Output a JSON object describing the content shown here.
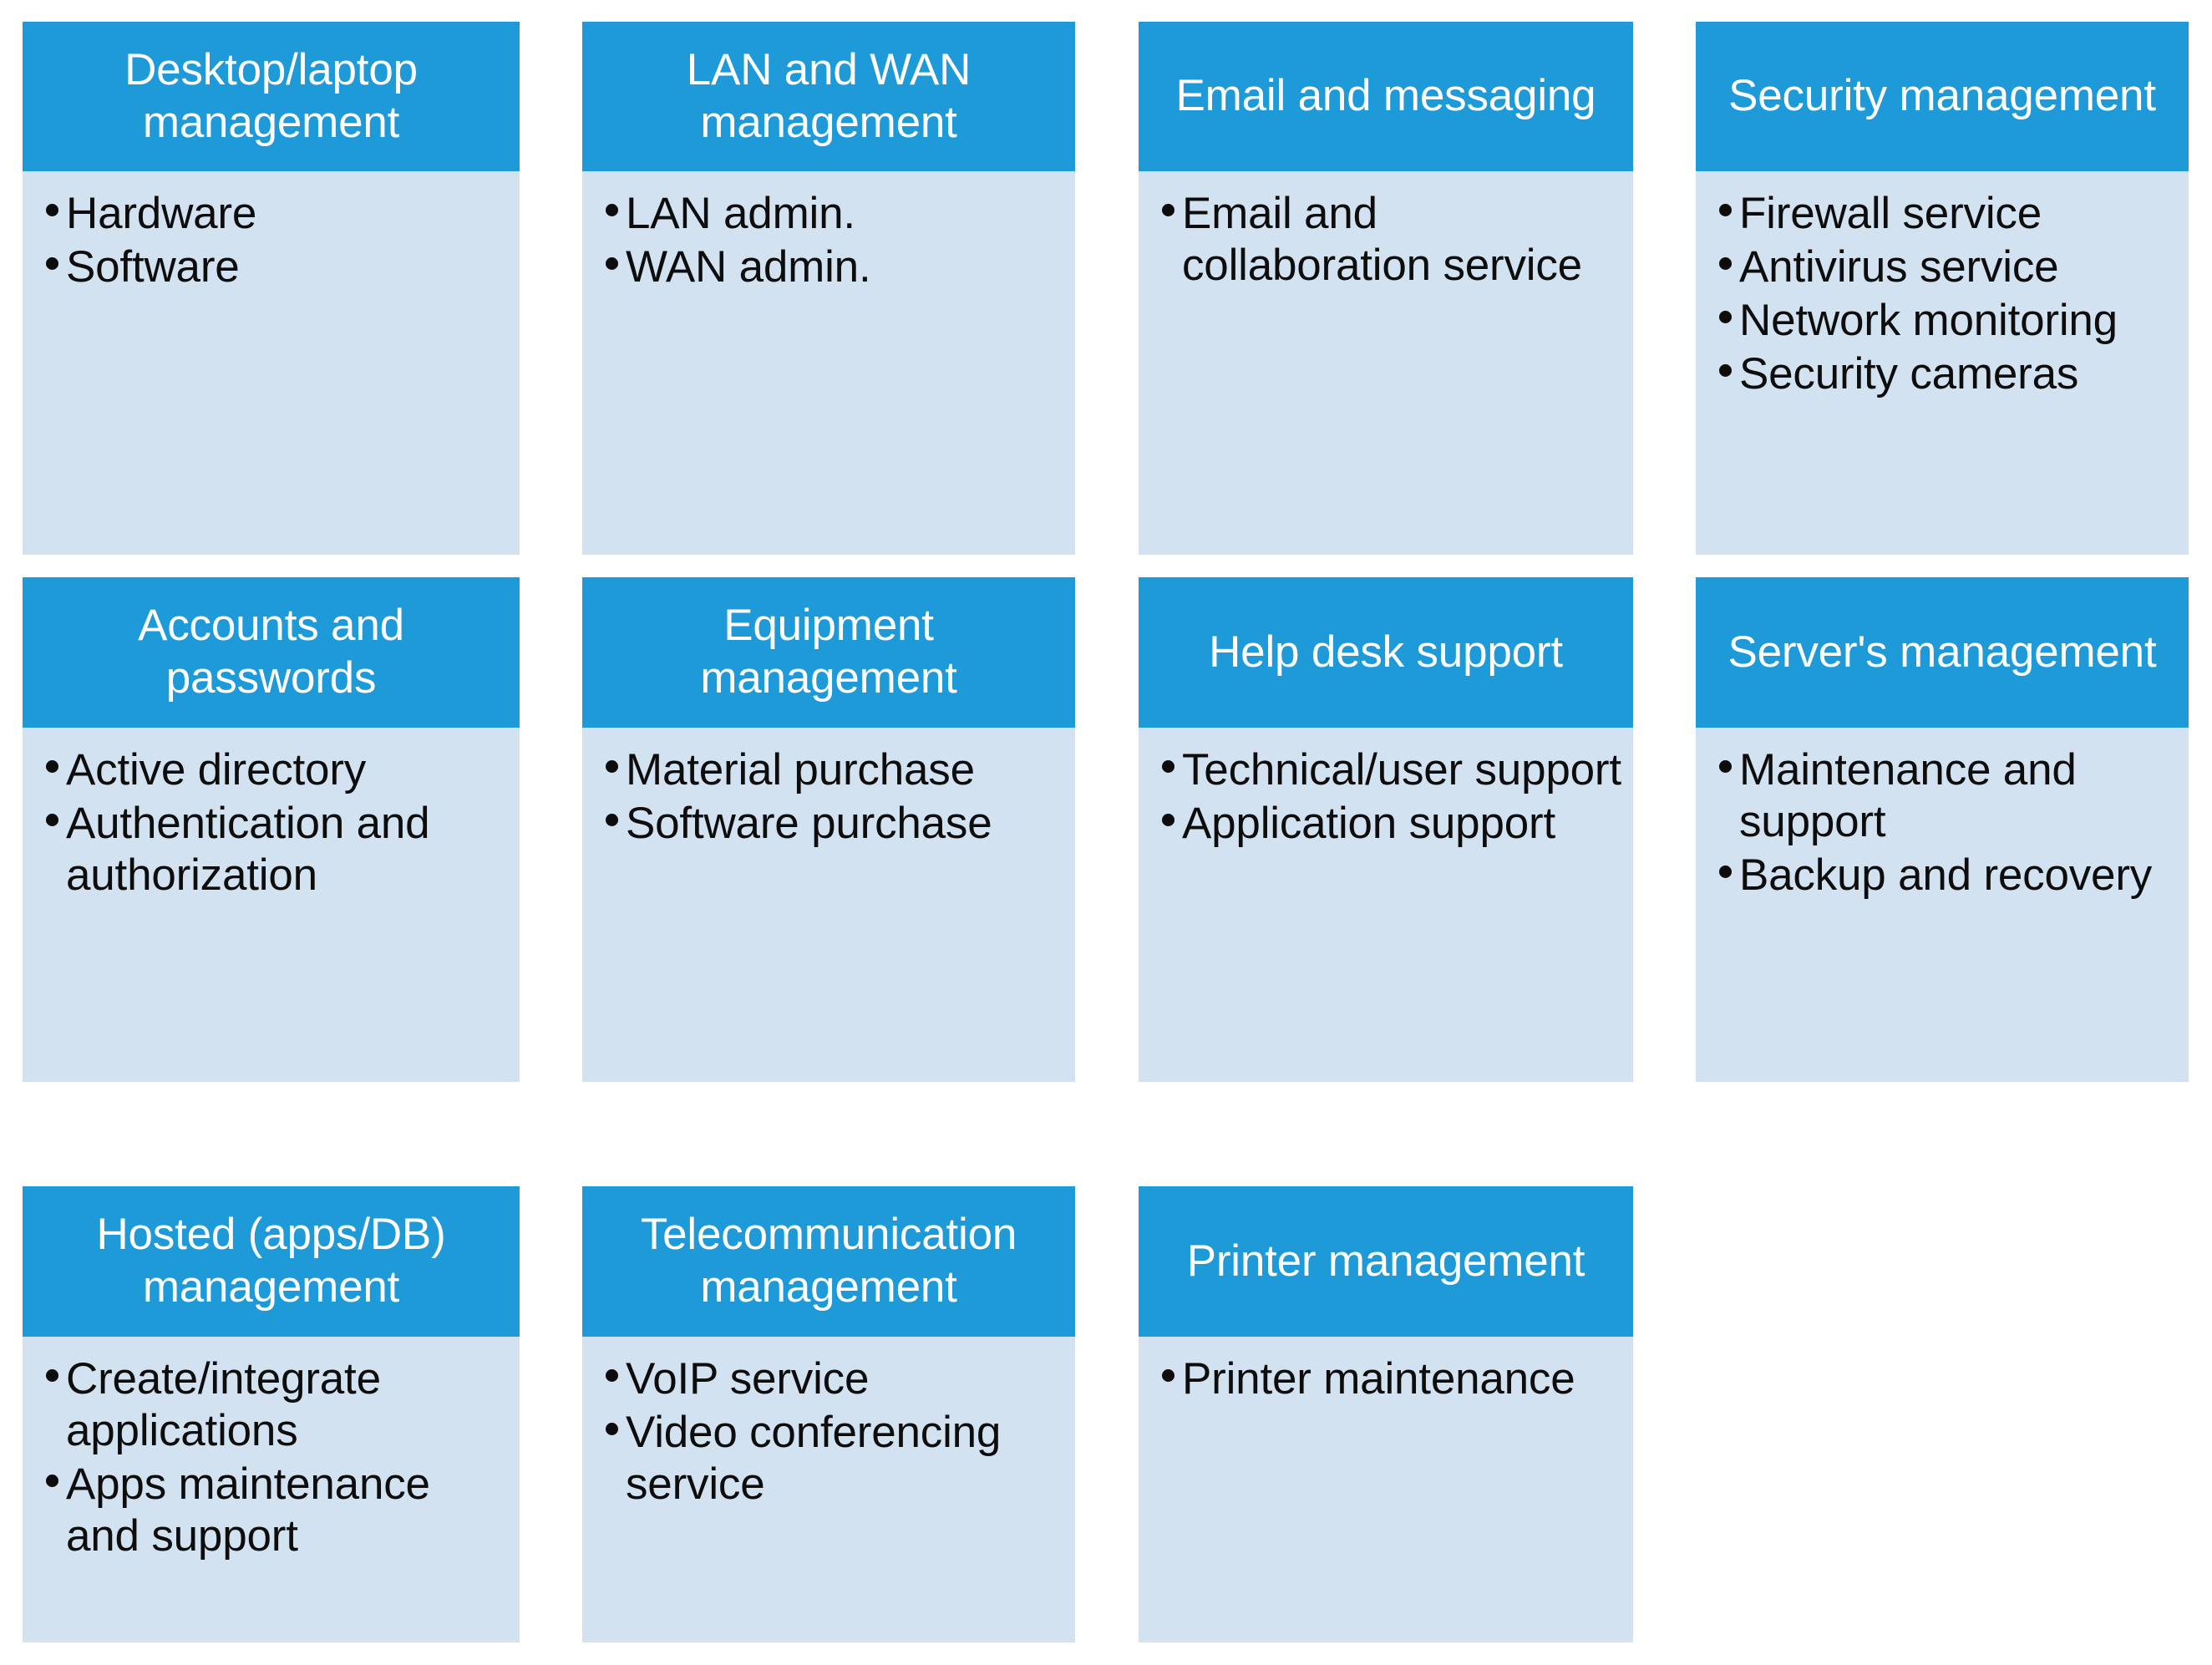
{
  "diagram": {
    "type": "card-grid",
    "columns": 4,
    "rows": 3,
    "colors": {
      "header_background": "#1E9AD8",
      "header_text": "#FFFFFF",
      "body_background": "#D3E2F0",
      "body_text": "#0D0D0D",
      "page_background": "#FFFFFF"
    }
  },
  "cards": [
    {
      "id": "desktop-laptop-management",
      "title": "Desktop/laptop management",
      "items": [
        "Hardware",
        "Software"
      ]
    },
    {
      "id": "lan-and-wan-management",
      "title": "LAN and WAN management",
      "items": [
        "LAN admin.",
        "WAN admin."
      ]
    },
    {
      "id": "email-and-messaging",
      "title": "Email and messaging",
      "items": [
        "Email and collaboration service"
      ]
    },
    {
      "id": "security-management",
      "title": "Security management",
      "items": [
        "Firewall service",
        "Antivirus service",
        "Network monitoring",
        "Security cameras"
      ]
    },
    {
      "id": "accounts-and-passwords",
      "title": "Accounts and passwords",
      "items": [
        "Active directory",
        "Authentication and authorization"
      ]
    },
    {
      "id": "equipment-management",
      "title": "Equipment management",
      "items": [
        "Material purchase",
        "Software purchase"
      ]
    },
    {
      "id": "help-desk-support",
      "title": "Help desk support",
      "items": [
        "Technical/user support",
        "Application support"
      ]
    },
    {
      "id": "servers-management",
      "title": "Server's management",
      "items": [
        "Maintenance and support",
        "Backup and recovery"
      ]
    },
    {
      "id": "hosted-apps-db-management",
      "title": "Hosted (apps/DB) management",
      "items": [
        "Create/integrate applications",
        "Apps maintenance and support"
      ]
    },
    {
      "id": "telecommunication-management",
      "title": "Telecommunication management",
      "items": [
        "VoIP service",
        "Video conferencing service"
      ]
    },
    {
      "id": "printer-management",
      "title": "Printer management",
      "items": [
        "Printer maintenance"
      ]
    }
  ]
}
